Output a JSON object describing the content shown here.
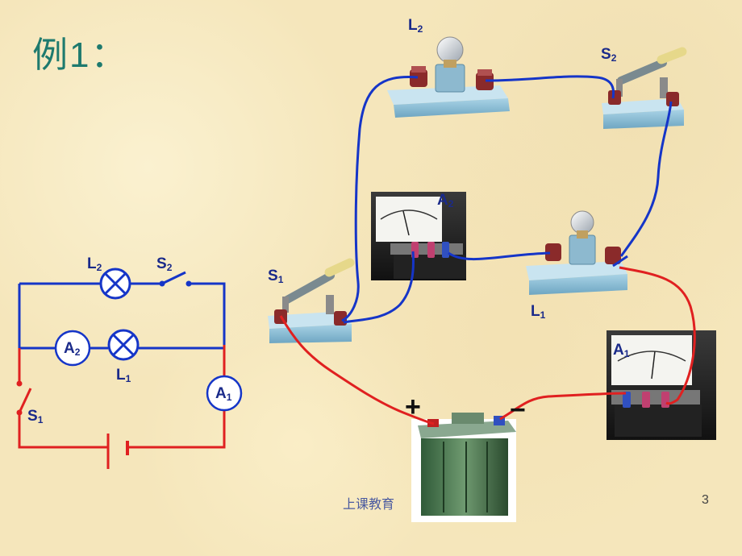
{
  "title": "例1：",
  "footer": {
    "text": "上课教育",
    "page": "3"
  },
  "schematic": {
    "l2": {
      "base": "L",
      "sub": "2"
    },
    "s2": {
      "base": "S",
      "sub": "2"
    },
    "a2": {
      "base": "A",
      "sub": "2"
    },
    "l1": {
      "base": "L",
      "sub": "1"
    },
    "a1": {
      "base": "A",
      "sub": "1"
    },
    "s1": {
      "base": "S",
      "sub": "1"
    }
  },
  "apparatus": {
    "l2": {
      "base": "L",
      "sub": "2"
    },
    "s2": {
      "base": "S",
      "sub": "2"
    },
    "a2": {
      "base": "A",
      "sub": "2"
    },
    "s1": {
      "base": "S",
      "sub": "1"
    },
    "l1": {
      "base": "L",
      "sub": "1"
    },
    "a1": {
      "base": "A",
      "sub": "1"
    },
    "battery_plus": "+",
    "battery_minus": "−"
  },
  "colors": {
    "red_wire": "#e02020",
    "blue_wire": "#1535c8",
    "title": "#1e7a6e",
    "label": "#1a2a8a"
  }
}
